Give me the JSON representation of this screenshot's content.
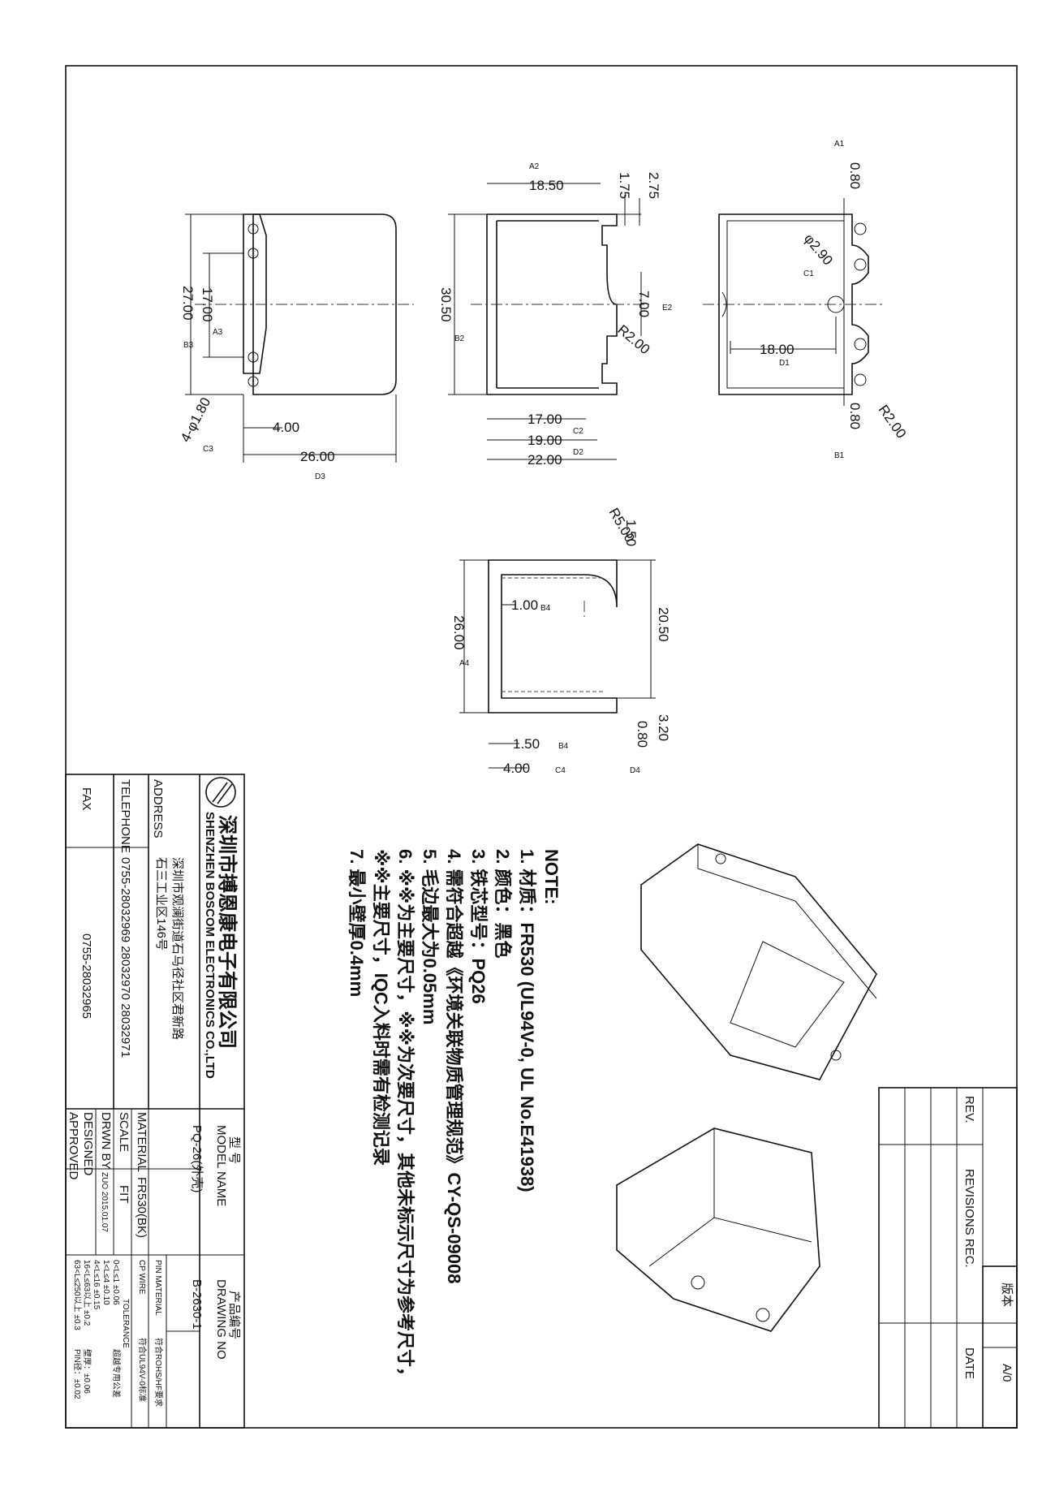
{
  "dims": {
    "top_view": {
      "d26": "26.00",
      "d27": "27.00",
      "d17": "17.00",
      "d4": "4.00",
      "holes": "4-φ1.80"
    },
    "side_view": {
      "d18_5": "18.50",
      "d1_75": "1.75",
      "d2_75": "2.75",
      "d30_5": "30.50",
      "d7": "7.00",
      "r2": "R2.00",
      "d17": "17.00",
      "d19": "19.00",
      "d22": "22.00"
    },
    "bottom_view": {
      "d0_8a": "0.80",
      "phi": "φ2.90",
      "d18": "18.00",
      "d0_8b": "0.80",
      "r2": "R2.00"
    },
    "section_view": {
      "r5": "R5.00",
      "d1_5a": "1.50",
      "d1": "1.00",
      "d20_5": "20.50",
      "d26": "26.00",
      "d3_2": "3.20",
      "d0_8": "0.80",
      "d1_5b": "1.50",
      "d4": "4.00"
    }
  },
  "tags": {
    "A1": "A1",
    "A2": "A2",
    "A3": "A3",
    "A4": "A4",
    "B1": "B1",
    "B2": "B2",
    "B3": "B3",
    "B4": "B4",
    "C1": "C1",
    "C2": "C2",
    "C3": "C3",
    "C4": "C4",
    "D1": "D1",
    "D2": "D2",
    "D3": "D3",
    "D4": "D4",
    "E2": "E2"
  },
  "notes": {
    "title": "NOTE:",
    "items": [
      "1. 材质：FR530 (UL94V-0, UL No.E41938)",
      "2. 颜色：黑色",
      "3. 铁芯型号：PQ26",
      "4. 需符合超越《环境关联物质管理规范》CY-QS-09008",
      "5. 毛边最大为0.05mm",
      "6. ※※为主要尺寸，※※为次要尺寸，其他未标示尺寸为参考尺寸，",
      "   ※※主要尺寸，IQC入料时需有检测记录",
      "7. 最小壁厚0.4mm"
    ]
  },
  "company": {
    "name_cn": "深圳市搏恩康电子有限公司",
    "name_en": "SHENZHEN BOSCOM ELECTRONICS CO.,LTD",
    "address_label": "ADDRESS",
    "address_value": "深圳市观澜街道石马径社区君新路",
    "address_value2": "石三工业区146号",
    "telephone_label": "TELEPHONE",
    "telephone_value": "0755-28032969 28032970 28032971",
    "fax_label": "FAX",
    "fax_value": "0755-28032965"
  },
  "title_block": {
    "model_label_cn": "型 号",
    "model_label": "MODEL NAME",
    "model_value": "PQ-26(外壳)",
    "drawing_label_cn": "产品编号",
    "drawing_label": "DRAWING NO",
    "drawing_value": "B-2630-1",
    "material_label": "MATERIAL",
    "material_value": "FR530(BK)",
    "scale_label": "SCALE",
    "scale_value": "FIT",
    "drawn_label": "DRWN BY",
    "drawn_value": "ZUO 2015.01.07",
    "designed_label": "DESIGNED",
    "approved_label": "APPROVED",
    "pin_material_label": "PIN MATERIAL",
    "pin_material_value": "符合ROHS/HF要求",
    "cp_wire_label": "CP WIRE",
    "cp_wire_value": "符合UL94V-0标准",
    "tolerance_label": "TOLERANCE",
    "tolerance_rows": [
      "0<L≤1    ±0.06",
      "1<L≤4    ±0.10",
      "4<L≤16   ±0.15",
      "16<L≤63以上 ±0.2",
      "63<L≤250以上 ±0.3"
    ],
    "tolerance_right": [
      "超越专用公差",
      "",
      "",
      "壁厚：±0.06",
      "PIN径：±0.02"
    ]
  },
  "revision_block": {
    "version_label": "版本",
    "version_value": "A/0",
    "rev_label": "REV.",
    "revisions_label": "REVISIONS REC.",
    "date_label": "DATE"
  }
}
